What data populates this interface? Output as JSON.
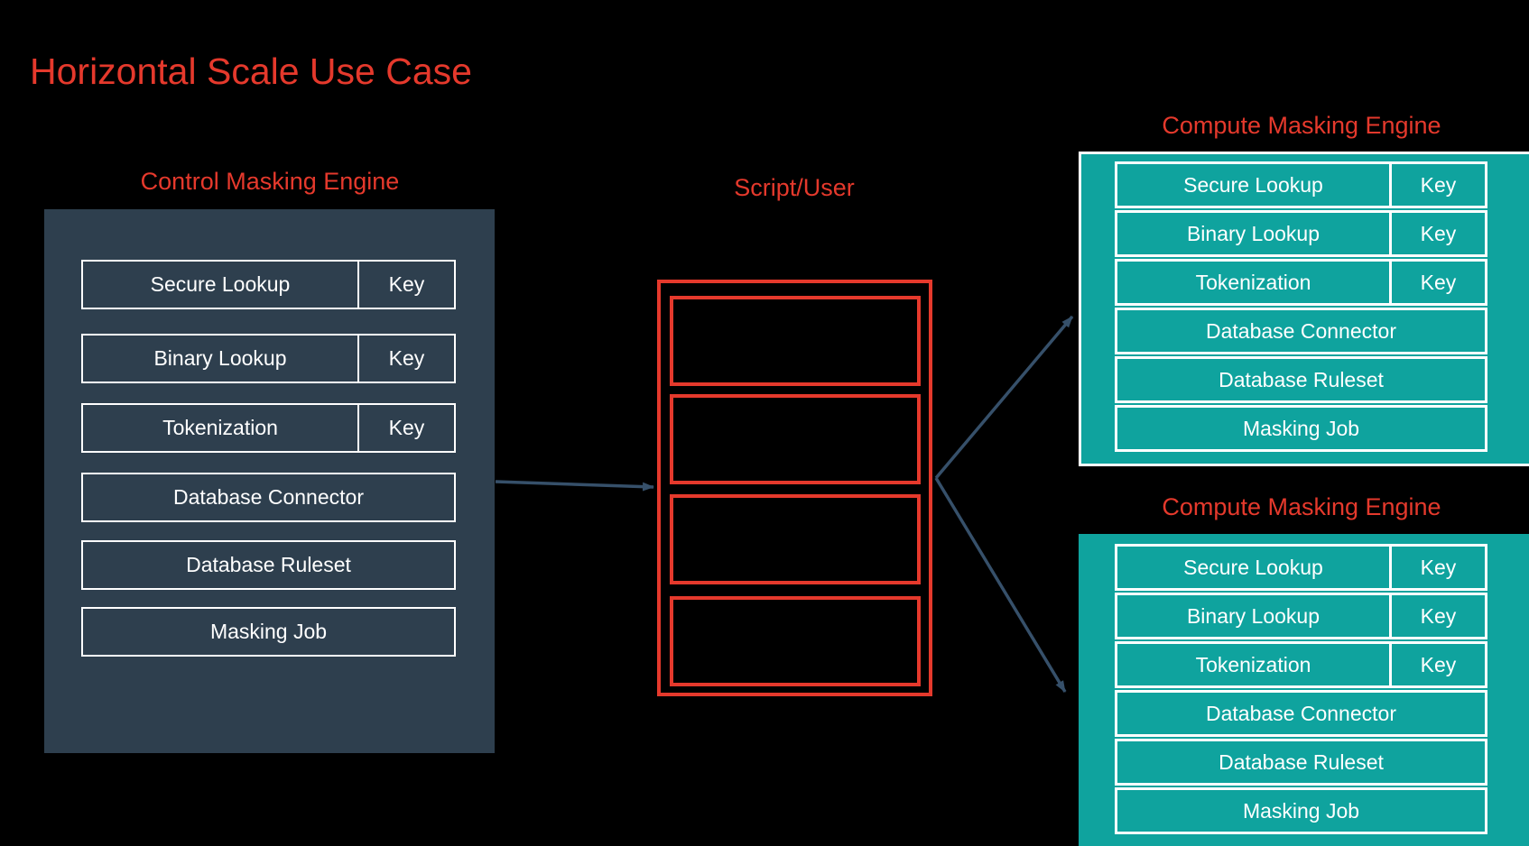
{
  "title": "Horizontal Scale Use Case",
  "colors": {
    "background": "#000000",
    "accent_red": "#E5392C",
    "slate": "#2E3F4E",
    "teal": "#0FA39E",
    "arrow": "#36506A",
    "text_on_boxes": "#FFFFFF"
  },
  "control_engine": {
    "label": "Control Masking Engine",
    "rows": [
      {
        "label": "Secure Lookup",
        "key": "Key"
      },
      {
        "label": "Binary Lookup",
        "key": "Key"
      },
      {
        "label": "Tokenization",
        "key": "Key"
      },
      {
        "label": "Database Connector",
        "key": null
      },
      {
        "label": "Database Ruleset",
        "key": null
      },
      {
        "label": "Masking Job",
        "key": null
      }
    ]
  },
  "script_user": {
    "label": "Script/User",
    "slot_count": 4
  },
  "compute_engines": [
    {
      "label": "Compute Masking Engine",
      "rows": [
        {
          "label": "Secure Lookup",
          "key": "Key"
        },
        {
          "label": "Binary Lookup",
          "key": "Key"
        },
        {
          "label": "Tokenization",
          "key": "Key"
        },
        {
          "label": "Database Connector",
          "key": null
        },
        {
          "label": "Database Ruleset",
          "key": null
        },
        {
          "label": "Masking Job",
          "key": null
        }
      ]
    },
    {
      "label": "Compute Masking Engine",
      "rows": [
        {
          "label": "Secure Lookup",
          "key": "Key"
        },
        {
          "label": "Binary Lookup",
          "key": "Key"
        },
        {
          "label": "Tokenization",
          "key": "Key"
        },
        {
          "label": "Database Connector",
          "key": null
        },
        {
          "label": "Database Ruleset",
          "key": null
        },
        {
          "label": "Masking Job",
          "key": null
        }
      ]
    }
  ],
  "arrows": [
    {
      "from": "control-masking-engine",
      "to": "script-user"
    },
    {
      "from": "script-user",
      "to": "compute-masking-engine-1"
    },
    {
      "from": "script-user",
      "to": "compute-masking-engine-2"
    }
  ]
}
